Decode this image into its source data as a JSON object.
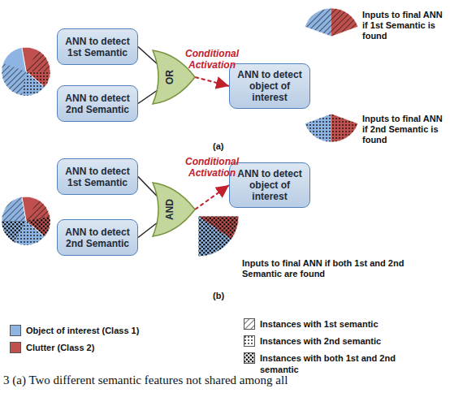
{
  "diagram": {
    "caption": "3 (a) Two different semantic features not shared among all",
    "nodes": [
      {
        "text": [
          "ANN to detect 1st Semantic"
        ]
      },
      {
        "text": [
          "ANN to detect 2nd Semantic"
        ]
      },
      {
        "text": [
          "OR"
        ]
      },
      {
        "text": [
          "ANN to detect object of interest"
        ]
      },
      {
        "text": [
          "ANN to detect 1st Semantic"
        ]
      },
      {
        "text": [
          "ANN to detect 2nd Semantic"
        ]
      },
      {
        "text": [
          "AND"
        ]
      },
      {
        "text": [
          "ANN to detect object of interest"
        ]
      }
    ],
    "edges": [
      {
        "from": 0,
        "to": 2,
        "arrow": "none"
      },
      {
        "from": 1,
        "to": 2,
        "arrow": "none"
      },
      {
        "from": 2,
        "to": 3,
        "label": "Conditional Activation",
        "arrow": "to"
      },
      {
        "from": 4,
        "to": 6,
        "arrow": "none"
      },
      {
        "from": 5,
        "to": 6,
        "arrow": "none"
      },
      {
        "from": 6,
        "to": 7,
        "label": "Conditional Activation",
        "arrow": "to"
      }
    ],
    "labels": [
      "Inputs to final ANN if 1st Semantic is found",
      "Inputs to final ANN if 2nd Semantic is found",
      "(a)",
      "Inputs to final ANN if both 1st and 2nd Semantic are found",
      "(b)"
    ],
    "legend": [
      {
        "text": "Object of interest (Class 1)",
        "color": "#8eb4e3"
      },
      {
        "text": "Clutter (Class 2)",
        "color": "#c0504d"
      },
      {
        "text": "Instances with 1st semantic"
      },
      {
        "text": "Instances with 2nd semantic"
      },
      {
        "text": "Instances with both 1st and 2nd semantic"
      }
    ]
  }
}
